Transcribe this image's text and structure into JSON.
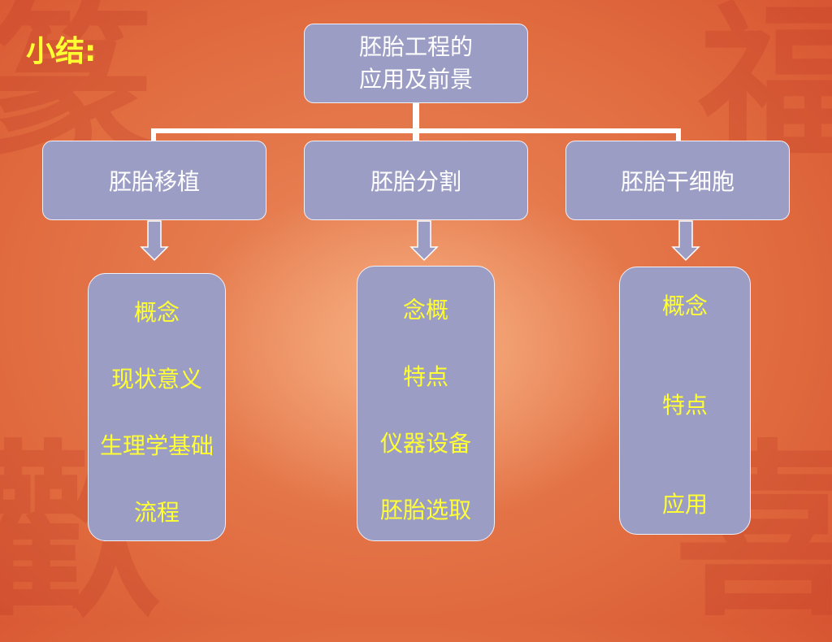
{
  "slide_title": "小结:",
  "root": {
    "line1": "胚胎工程的",
    "line2": "应用及前景"
  },
  "branches": [
    {
      "label": "胚胎移植",
      "items": [
        "概念",
        "现状意义",
        "生理学基础",
        "流程"
      ]
    },
    {
      "label": "胚胎分割",
      "items": [
        "念概",
        "特点",
        "仪器设备",
        "胚胎选取"
      ]
    },
    {
      "label": "胚胎干细胞",
      "items": [
        "概念",
        "特点",
        "应用"
      ]
    }
  ],
  "colors": {
    "box_fill": "#9b9dc4",
    "detail_text": "#ffff33",
    "title_text": "#ffff33",
    "connector": "#ffffff"
  }
}
